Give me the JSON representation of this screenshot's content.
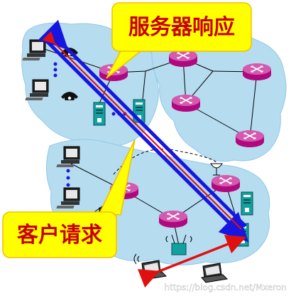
{
  "callouts": {
    "server_response": "服务器响应",
    "client_request": "客户请求"
  },
  "watermark": "https://blog.csdn.net/Mxeron",
  "colors": {
    "cloud": "#b6dcf0",
    "cloud_edge": "#93c8e6",
    "router": "#b0087e",
    "router_top": "#d35aae",
    "callout_fill": "#ffff00",
    "callout_stroke": "#f0c000",
    "callout_text": "#c80000",
    "request_arrow": "#1616e0",
    "response_arrow": "#e01010",
    "server": "#13a0a0",
    "link": "#000000",
    "dot": "#1a1ad8"
  },
  "icons": [
    "desktop-computer-icon",
    "telephone-icon",
    "router-icon",
    "server-icon",
    "laptop-icon",
    "satellite-dish-icon",
    "wireless-signal-icon"
  ]
}
